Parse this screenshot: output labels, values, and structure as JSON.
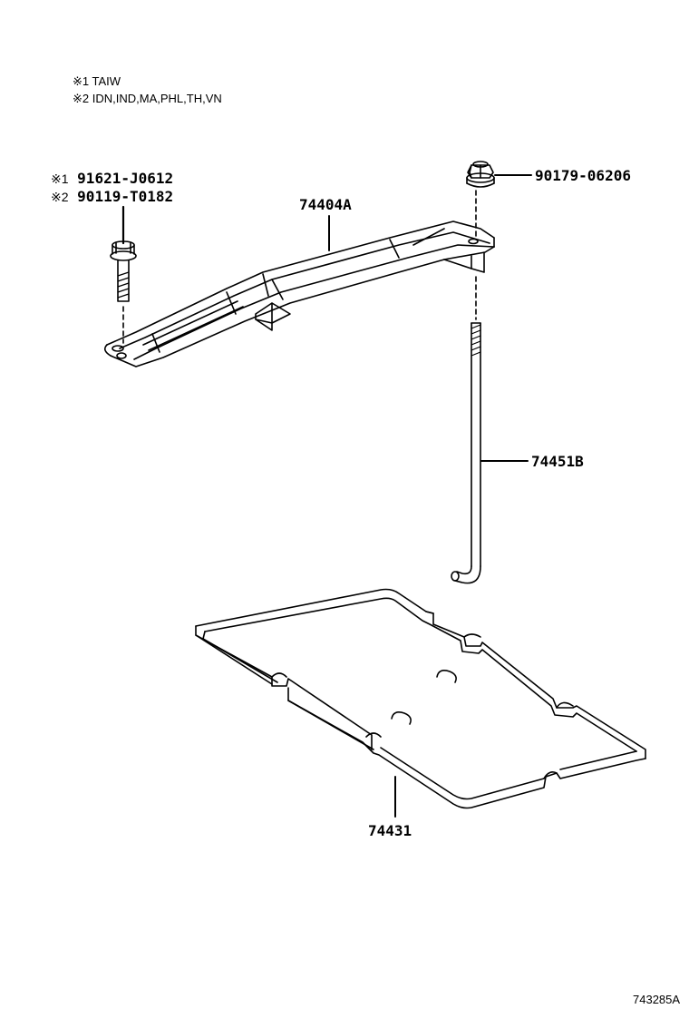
{
  "notes": [
    {
      "mark": "※1",
      "text": "TAIW"
    },
    {
      "mark": "※2",
      "text": "IDN,IND,MA,PHL,TH,VN"
    }
  ],
  "parts": {
    "bolt_variant_1": {
      "mark": "※1",
      "number": "91621-J0612"
    },
    "bolt_variant_2": {
      "mark": "※2",
      "number": "90119-T0182"
    },
    "nut": "90179-06206",
    "clamp": "74404A",
    "rod": "74451B",
    "tray": "74431"
  },
  "illustration_id": "743285A"
}
